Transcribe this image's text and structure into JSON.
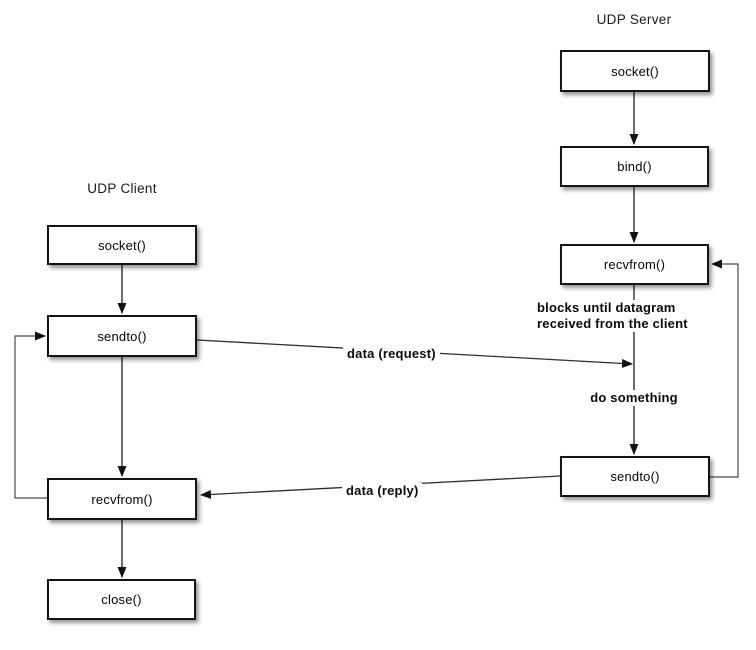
{
  "diagram": {
    "client": {
      "title": "UDP Client",
      "boxes": [
        {
          "label": "socket()"
        },
        {
          "label": "sendto()"
        },
        {
          "label": "recvfrom()"
        },
        {
          "label": "close()"
        }
      ]
    },
    "server": {
      "title": "UDP Server",
      "boxes": [
        {
          "label": "socket()"
        },
        {
          "label": "bind()"
        },
        {
          "label": "recvfrom()"
        },
        {
          "label": "sendto()"
        }
      ]
    },
    "annotations": {
      "blocks_note_line1": "blocks until datagram",
      "blocks_note_line2": "received from the client",
      "do_something": "do something",
      "data_request": "data (request)",
      "data_reply": "data (reply)"
    },
    "colors": {
      "box_border": "#141414",
      "box_fill": "#ffffff",
      "arrow_line": "#2e2e2e",
      "loop_line": "#555555",
      "arrowhead": "#111111",
      "text": "#0a0a0a"
    }
  }
}
